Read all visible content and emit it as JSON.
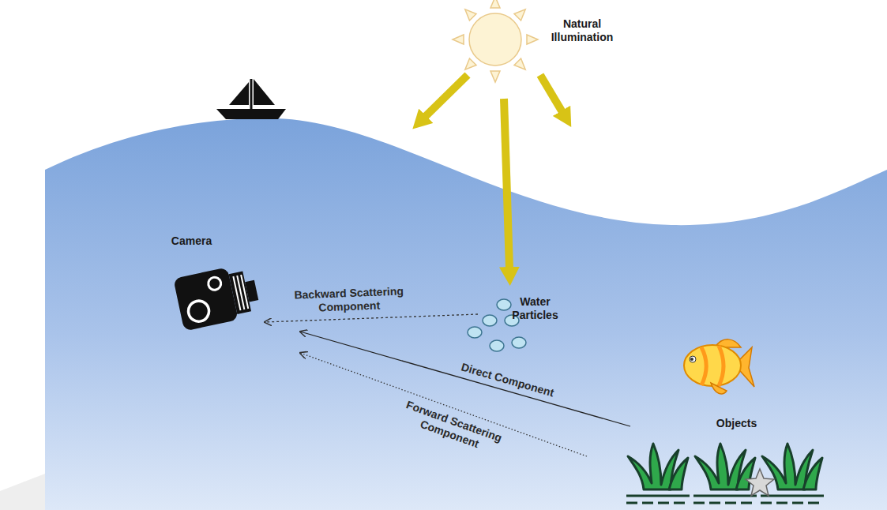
{
  "diagram": {
    "nodes": [
      {
        "text": [
          "Natural Illumination"
        ]
      },
      {
        "text": [
          "Camera"
        ]
      },
      {
        "text": [
          "Water Particles"
        ]
      },
      {
        "text": [
          "Objects"
        ]
      }
    ],
    "edges": [
      {
        "from": 0,
        "to": 2,
        "arrow": "to"
      },
      {
        "from": 2,
        "to": 1,
        "arrow": "to",
        "label": "Backward Scattering Component"
      },
      {
        "from": 3,
        "to": 1,
        "arrow": "to",
        "label": "Direct Component"
      },
      {
        "from": 3,
        "to": 1,
        "arrow": "to",
        "label": "Forward Scattering Component"
      }
    ]
  }
}
